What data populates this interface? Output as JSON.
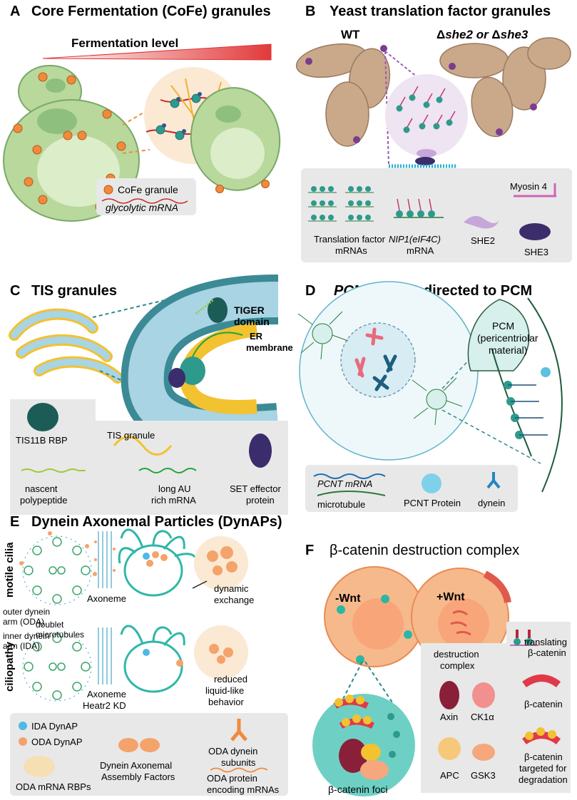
{
  "panels": {
    "A": {
      "letter": "A",
      "title": "Core Fermentation (CoFe) granules",
      "gradient_label": "Fermentation level",
      "legend_granule": "CoFe granule",
      "legend_mrna": "glycolytic mRNA"
    },
    "B": {
      "letter": "B",
      "title": "Yeast translation factor granules",
      "wt": "WT",
      "mutant_delta1": "Δ",
      "mutant_gene1": "she2",
      "mutant_or": " or ",
      "mutant_delta2": "Δ",
      "mutant_gene2": "she3",
      "legend_tf_1": "Translation factor",
      "legend_tf_2": "mRNAs",
      "legend_nip_1": "NIP1(eIF4C)",
      "legend_nip_2": "mRNA",
      "legend_she2": "SHE2",
      "legend_she3": "SHE3",
      "legend_myosin": "Myosin 4"
    },
    "C": {
      "letter": "C",
      "title": "TIS granules",
      "tiger_1": "TIGER",
      "tiger_2": "domain",
      "er_1": "ER",
      "er_2": "membrane",
      "legend_rbp": "TIS11B RBP",
      "legend_granule": "TIS granule",
      "legend_nascent_1": "nascent",
      "legend_nascent_2": "polypeptide",
      "legend_au_1": "long AU",
      "legend_au_2": "rich mRNA",
      "legend_set_1": "SET effector",
      "legend_set_2": "protein"
    },
    "D": {
      "letter": "D",
      "title_gene": "PCNT",
      "title_rest": " mRNA directed to PCM",
      "pcm_1": "PCM",
      "pcm_2": "(pericentriolar",
      "pcm_3": "material)",
      "legend_mrna": "PCNT mRNA",
      "legend_mt": "microtubule",
      "legend_protein": "PCNT Protein",
      "legend_dynein": "dynein"
    },
    "E": {
      "letter": "E",
      "title": "Dynein Axonemal Particles (DynAPs)",
      "row1": "motile cilia",
      "row2": "ciliopathy",
      "oda_1": "outer dynein",
      "oda_2": "arm (ODA)",
      "doublet_1": "doublet",
      "doublet_2": "microtubules",
      "ida_1": "inner dynein",
      "ida_2": "arm (IDA)",
      "axoneme": "Axoneme",
      "axoneme2_1": "Axoneme",
      "axoneme2_2": "Heatr2 KD",
      "dyn_1": "dynamic",
      "dyn_2": "exchange",
      "red_1": "reduced",
      "red_2": "liquid-like",
      "red_3": "behavior",
      "legend_ida": "IDA DynAP",
      "legend_oda": "ODA DynAP",
      "legend_rbp": "ODA mRNA RBPs",
      "legend_daaf_1": "Dynein Axonemal",
      "legend_daaf_2": "Assembly Factors",
      "legend_sub_1": "ODA dynein",
      "legend_sub_2": "subunits",
      "legend_enc_1": "ODA protein",
      "legend_enc_2": "encoding mRNAs"
    },
    "F": {
      "letter": "F",
      "title": "β-catenin destruction complex",
      "minus_wnt": "-Wnt",
      "plus_wnt": "+Wnt",
      "foci": "β-catenin foci",
      "complex_1": "destruction",
      "complex_2": "complex",
      "axin": "Axin",
      "ck1a": "CK1α",
      "apc": "APC",
      "gsk3": "GSK3",
      "translating_1": "translating",
      "translating_2": "β-catenin",
      "bcat": "β-catenin",
      "targeted_1": "β-catenin",
      "targeted_2": "targeted for",
      "targeted_3": "degradation"
    }
  },
  "colors": {
    "cell_green": "#b8d89c",
    "cofe_orange": "#f08a3c",
    "yeast_tan": "#c9a98a",
    "er_blue": "#a9d4e3",
    "tiger_yellow": "#f2c230",
    "ribosome_teal": "#2e9a8c",
    "pcm_teal": "#d7f0ec",
    "cilia_teal": "#2fb7a7",
    "bcat_cell": "#f6b98c",
    "legend_gray": "#e8e8e8",
    "mrna_red": "#d0283a"
  }
}
